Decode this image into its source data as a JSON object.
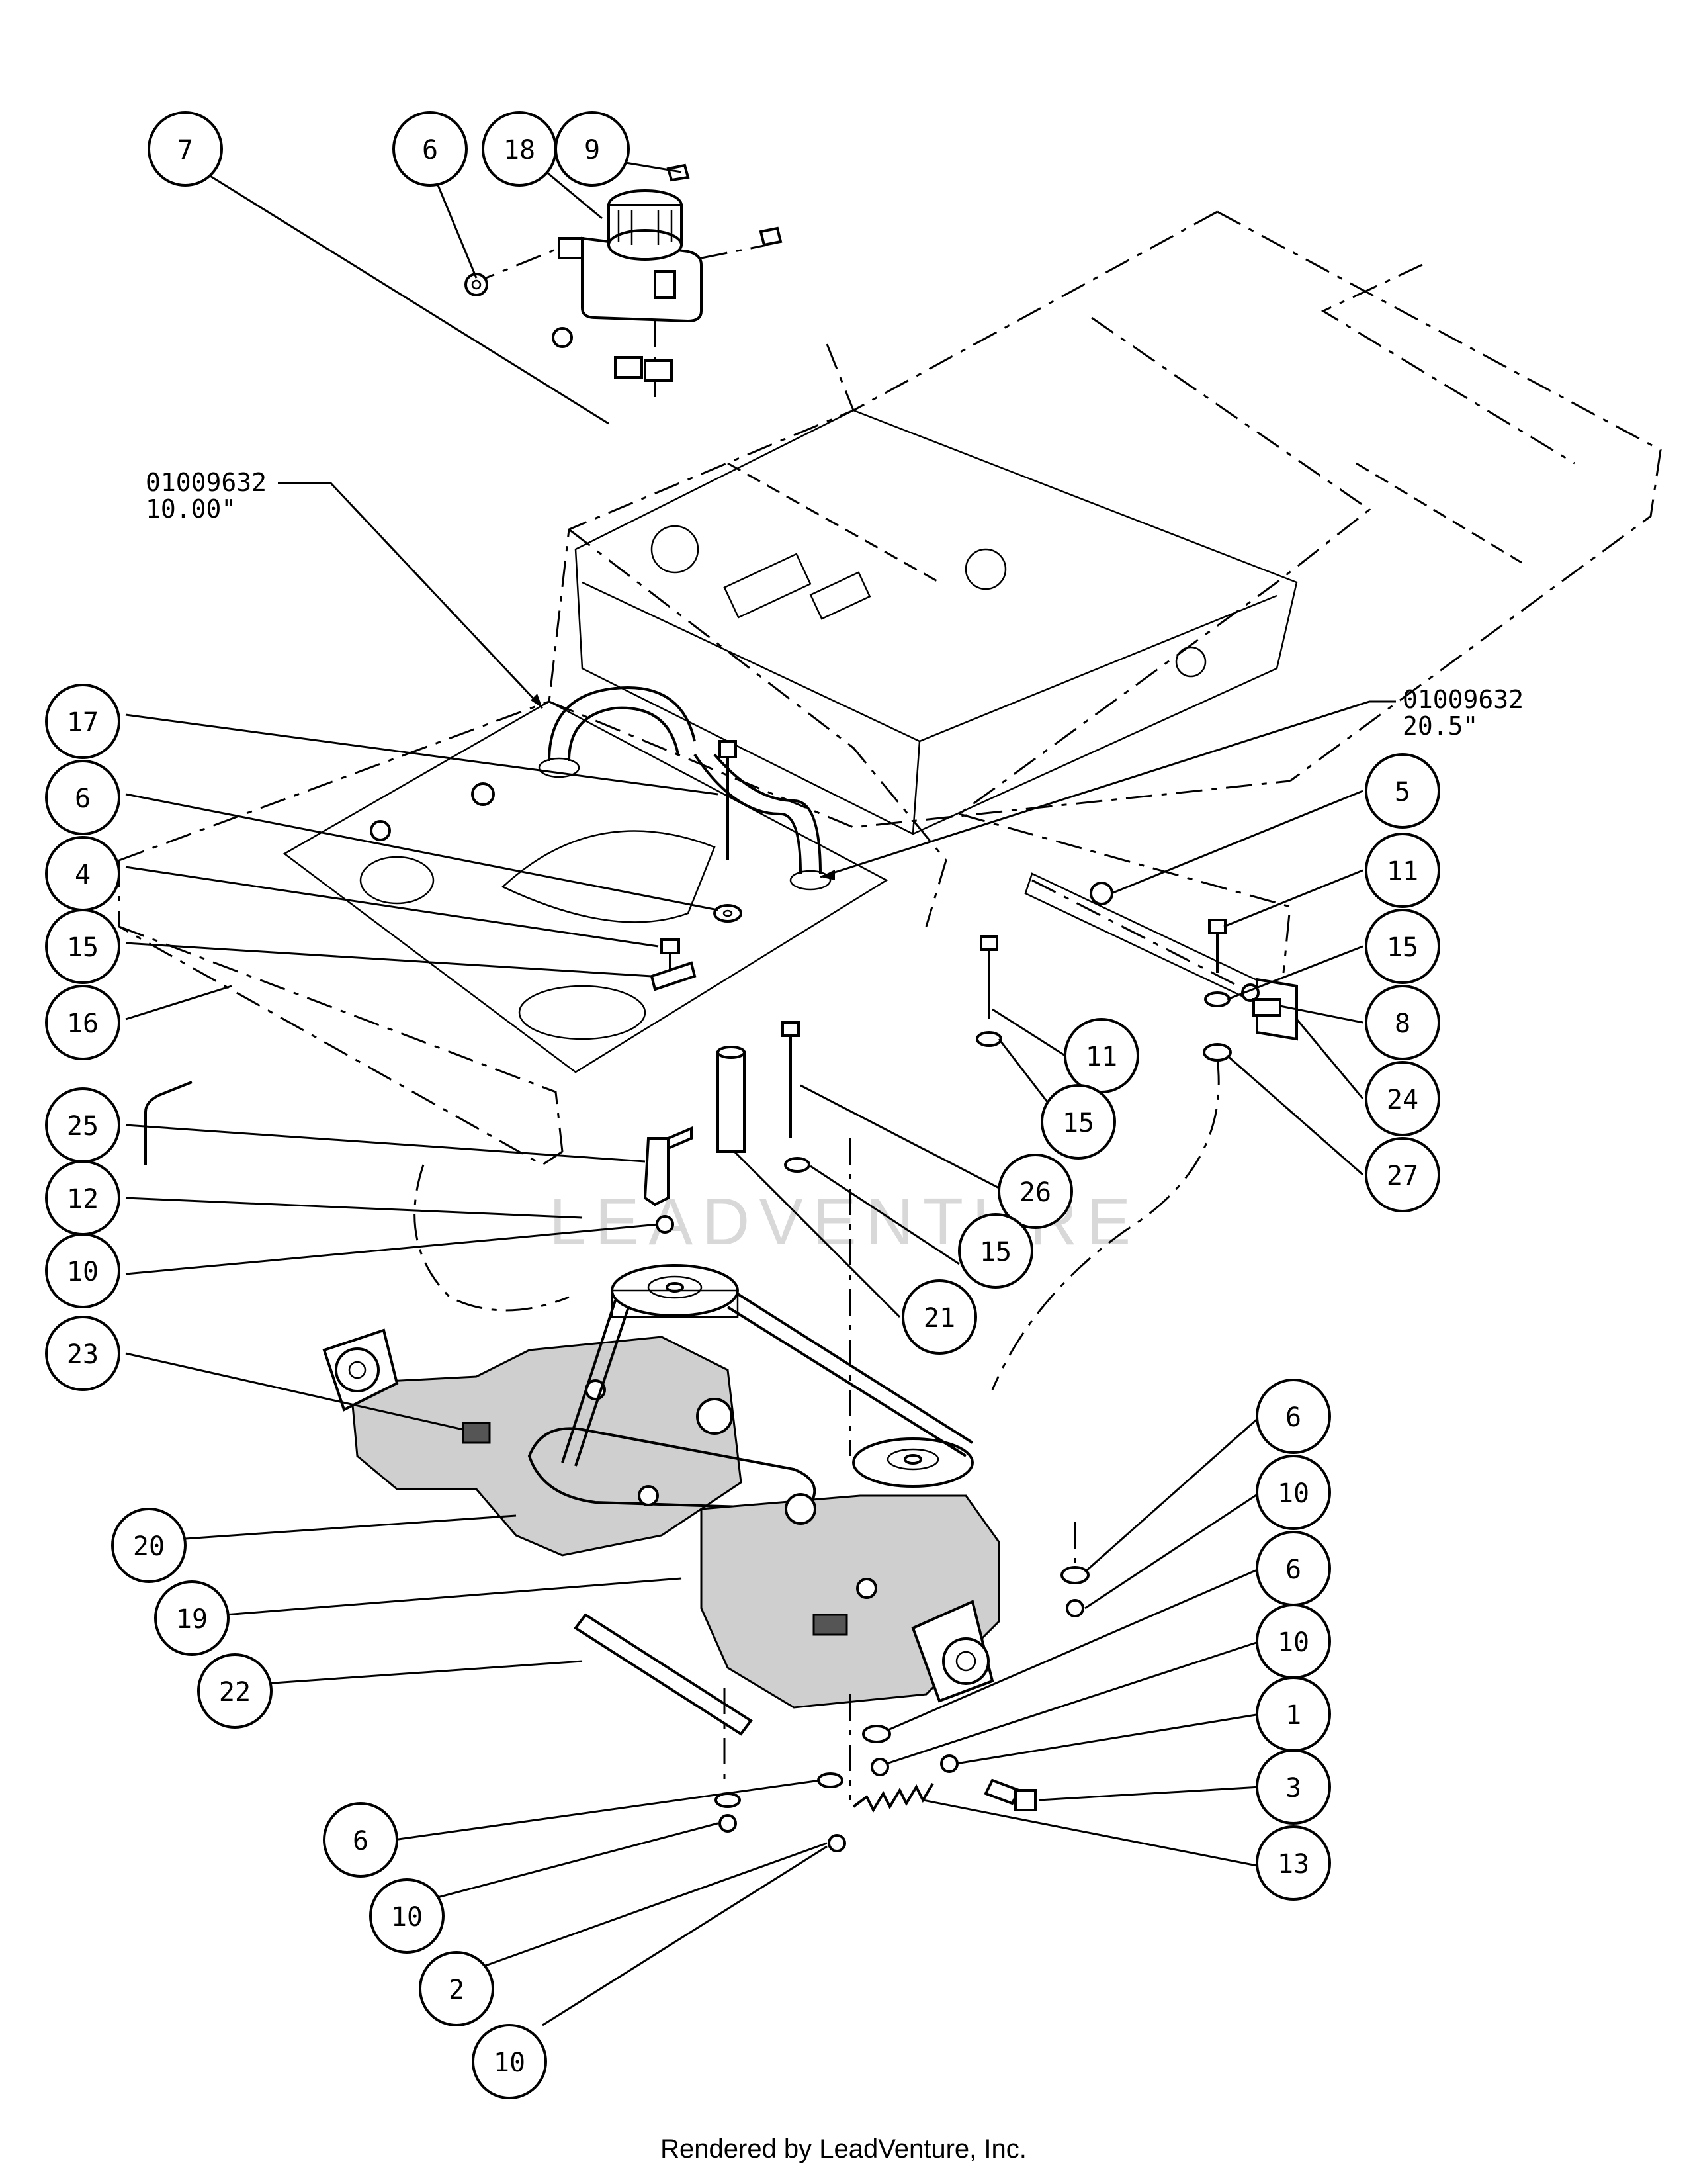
{
  "footer": {
    "credit": "Rendered by LeadVenture, Inc."
  },
  "watermark": {
    "text": "LEADVENTURE"
  },
  "references": [
    {
      "part_number": "01009632",
      "length": "10.00\""
    },
    {
      "part_number": "01009632",
      "length": "20.5\""
    }
  ],
  "callouts": [
    {
      "label": "7"
    },
    {
      "label": "6"
    },
    {
      "label": "18"
    },
    {
      "label": "9"
    },
    {
      "label": "17"
    },
    {
      "label": "6"
    },
    {
      "label": "4"
    },
    {
      "label": "15"
    },
    {
      "label": "16"
    },
    {
      "label": "5"
    },
    {
      "label": "11"
    },
    {
      "label": "15"
    },
    {
      "label": "11"
    },
    {
      "label": "8"
    },
    {
      "label": "15"
    },
    {
      "label": "24"
    },
    {
      "label": "26"
    },
    {
      "label": "27"
    },
    {
      "label": "25"
    },
    {
      "label": "12"
    },
    {
      "label": "10"
    },
    {
      "label": "15"
    },
    {
      "label": "21"
    },
    {
      "label": "23"
    },
    {
      "label": "20"
    },
    {
      "label": "19"
    },
    {
      "label": "22"
    },
    {
      "label": "6"
    },
    {
      "label": "10"
    },
    {
      "label": "6"
    },
    {
      "label": "10"
    },
    {
      "label": "1"
    },
    {
      "label": "3"
    },
    {
      "label": "13"
    },
    {
      "label": "6"
    },
    {
      "label": "10"
    },
    {
      "label": "2"
    },
    {
      "label": "10"
    }
  ]
}
